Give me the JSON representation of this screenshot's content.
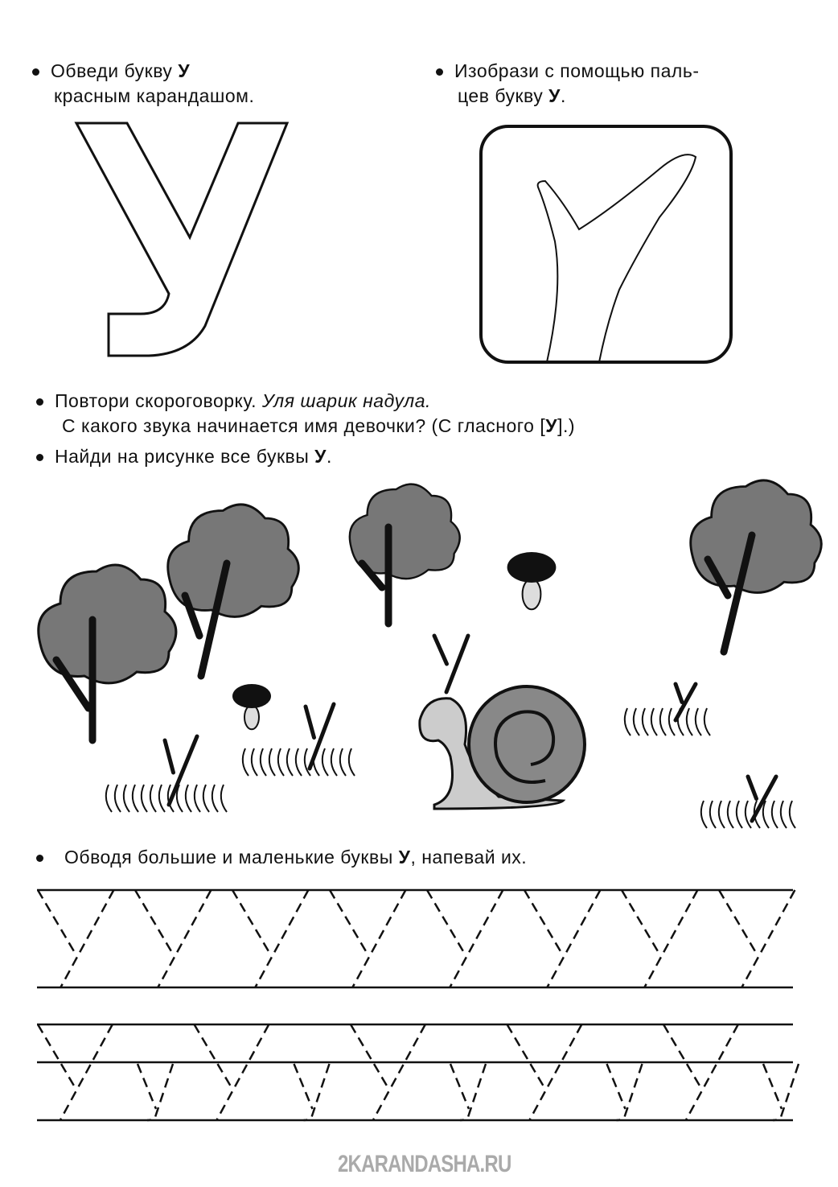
{
  "task1": {
    "line1": "Обведи букву",
    "letter": "У",
    "line2": "красным карандашом."
  },
  "task2": {
    "line1": "Изобрази с помощью паль-",
    "line2a": "цев букву",
    "letter": "У",
    "end": "."
  },
  "task3": {
    "text": "Повтори скороговорку.",
    "italic": "Уля шарик надула.",
    "line2": "С какого звука начинается имя девочки? (С гласного [",
    "letter": "У",
    "line2_end": "].)"
  },
  "task4": {
    "text": "Найди на рисунке все буквы",
    "letter": "У",
    "end": "."
  },
  "task5": {
    "text": "Обводя большие и маленькие буквы",
    "letter": "У",
    "end": ", напевай их."
  },
  "watermark": "2KARANDASHA.RU"
}
